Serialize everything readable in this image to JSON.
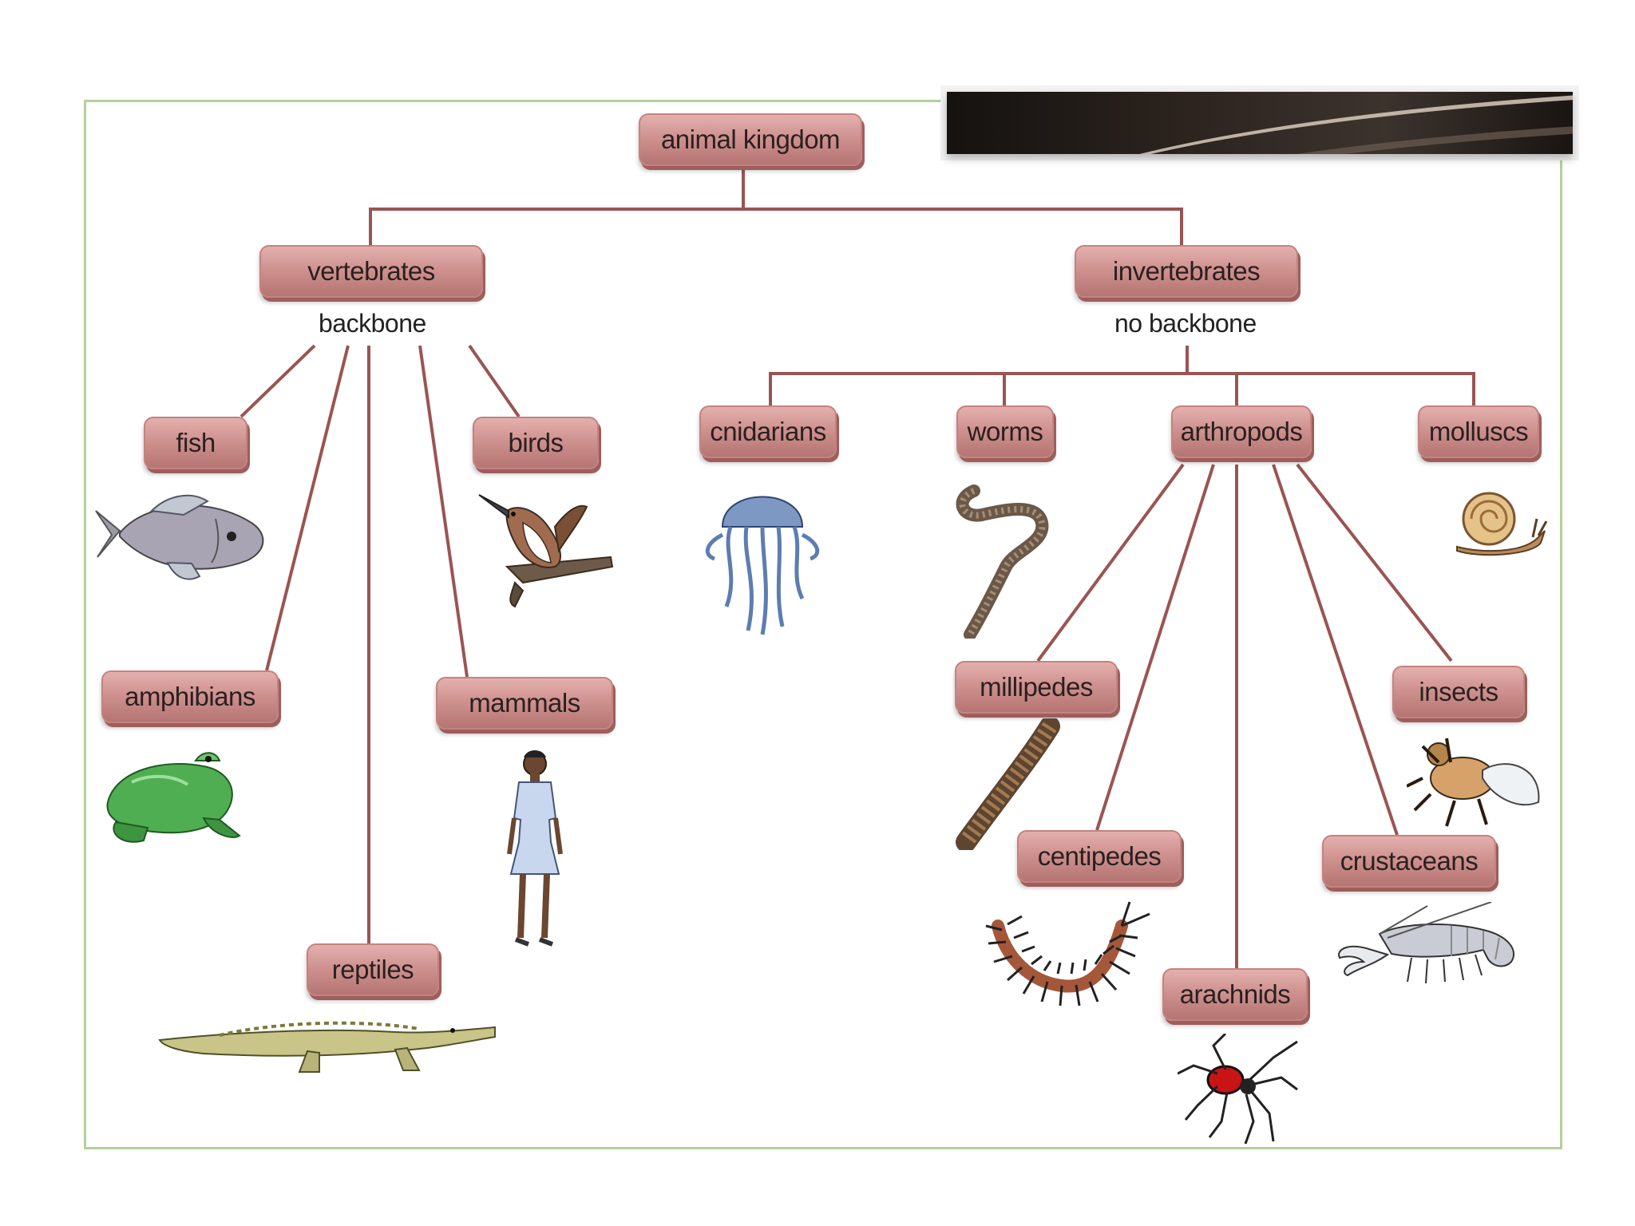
{
  "root": {
    "label": "animal kingdom"
  },
  "vertebrates": {
    "label": "vertebrates",
    "sublabel": "backbone"
  },
  "invertebrates": {
    "label": "invertebrates",
    "sublabel": "no backbone"
  },
  "vertebrate_groups": {
    "fish": "fish",
    "birds": "birds",
    "amphibians": "amphibians",
    "mammals": "mammals",
    "reptiles": "reptiles"
  },
  "invertebrate_groups": {
    "cnidarians": "cnidarians",
    "worms": "worms",
    "arthropods": "arthropods",
    "molluscs": "molluscs"
  },
  "arthropod_groups": {
    "millipedes": "millipedes",
    "insects": "insects",
    "centipedes": "centipedes",
    "crustaceans": "crustaceans",
    "arachnids": "arachnids"
  },
  "colors": {
    "node": "#cf928f",
    "connector": "#9a5452",
    "frame": "#b5cf9a"
  },
  "illustrations": [
    "fish",
    "bird",
    "frog",
    "human",
    "crocodile",
    "jellyfish",
    "earthworm",
    "snail",
    "millipede",
    "fly",
    "centipede",
    "shrimp",
    "spider"
  ]
}
